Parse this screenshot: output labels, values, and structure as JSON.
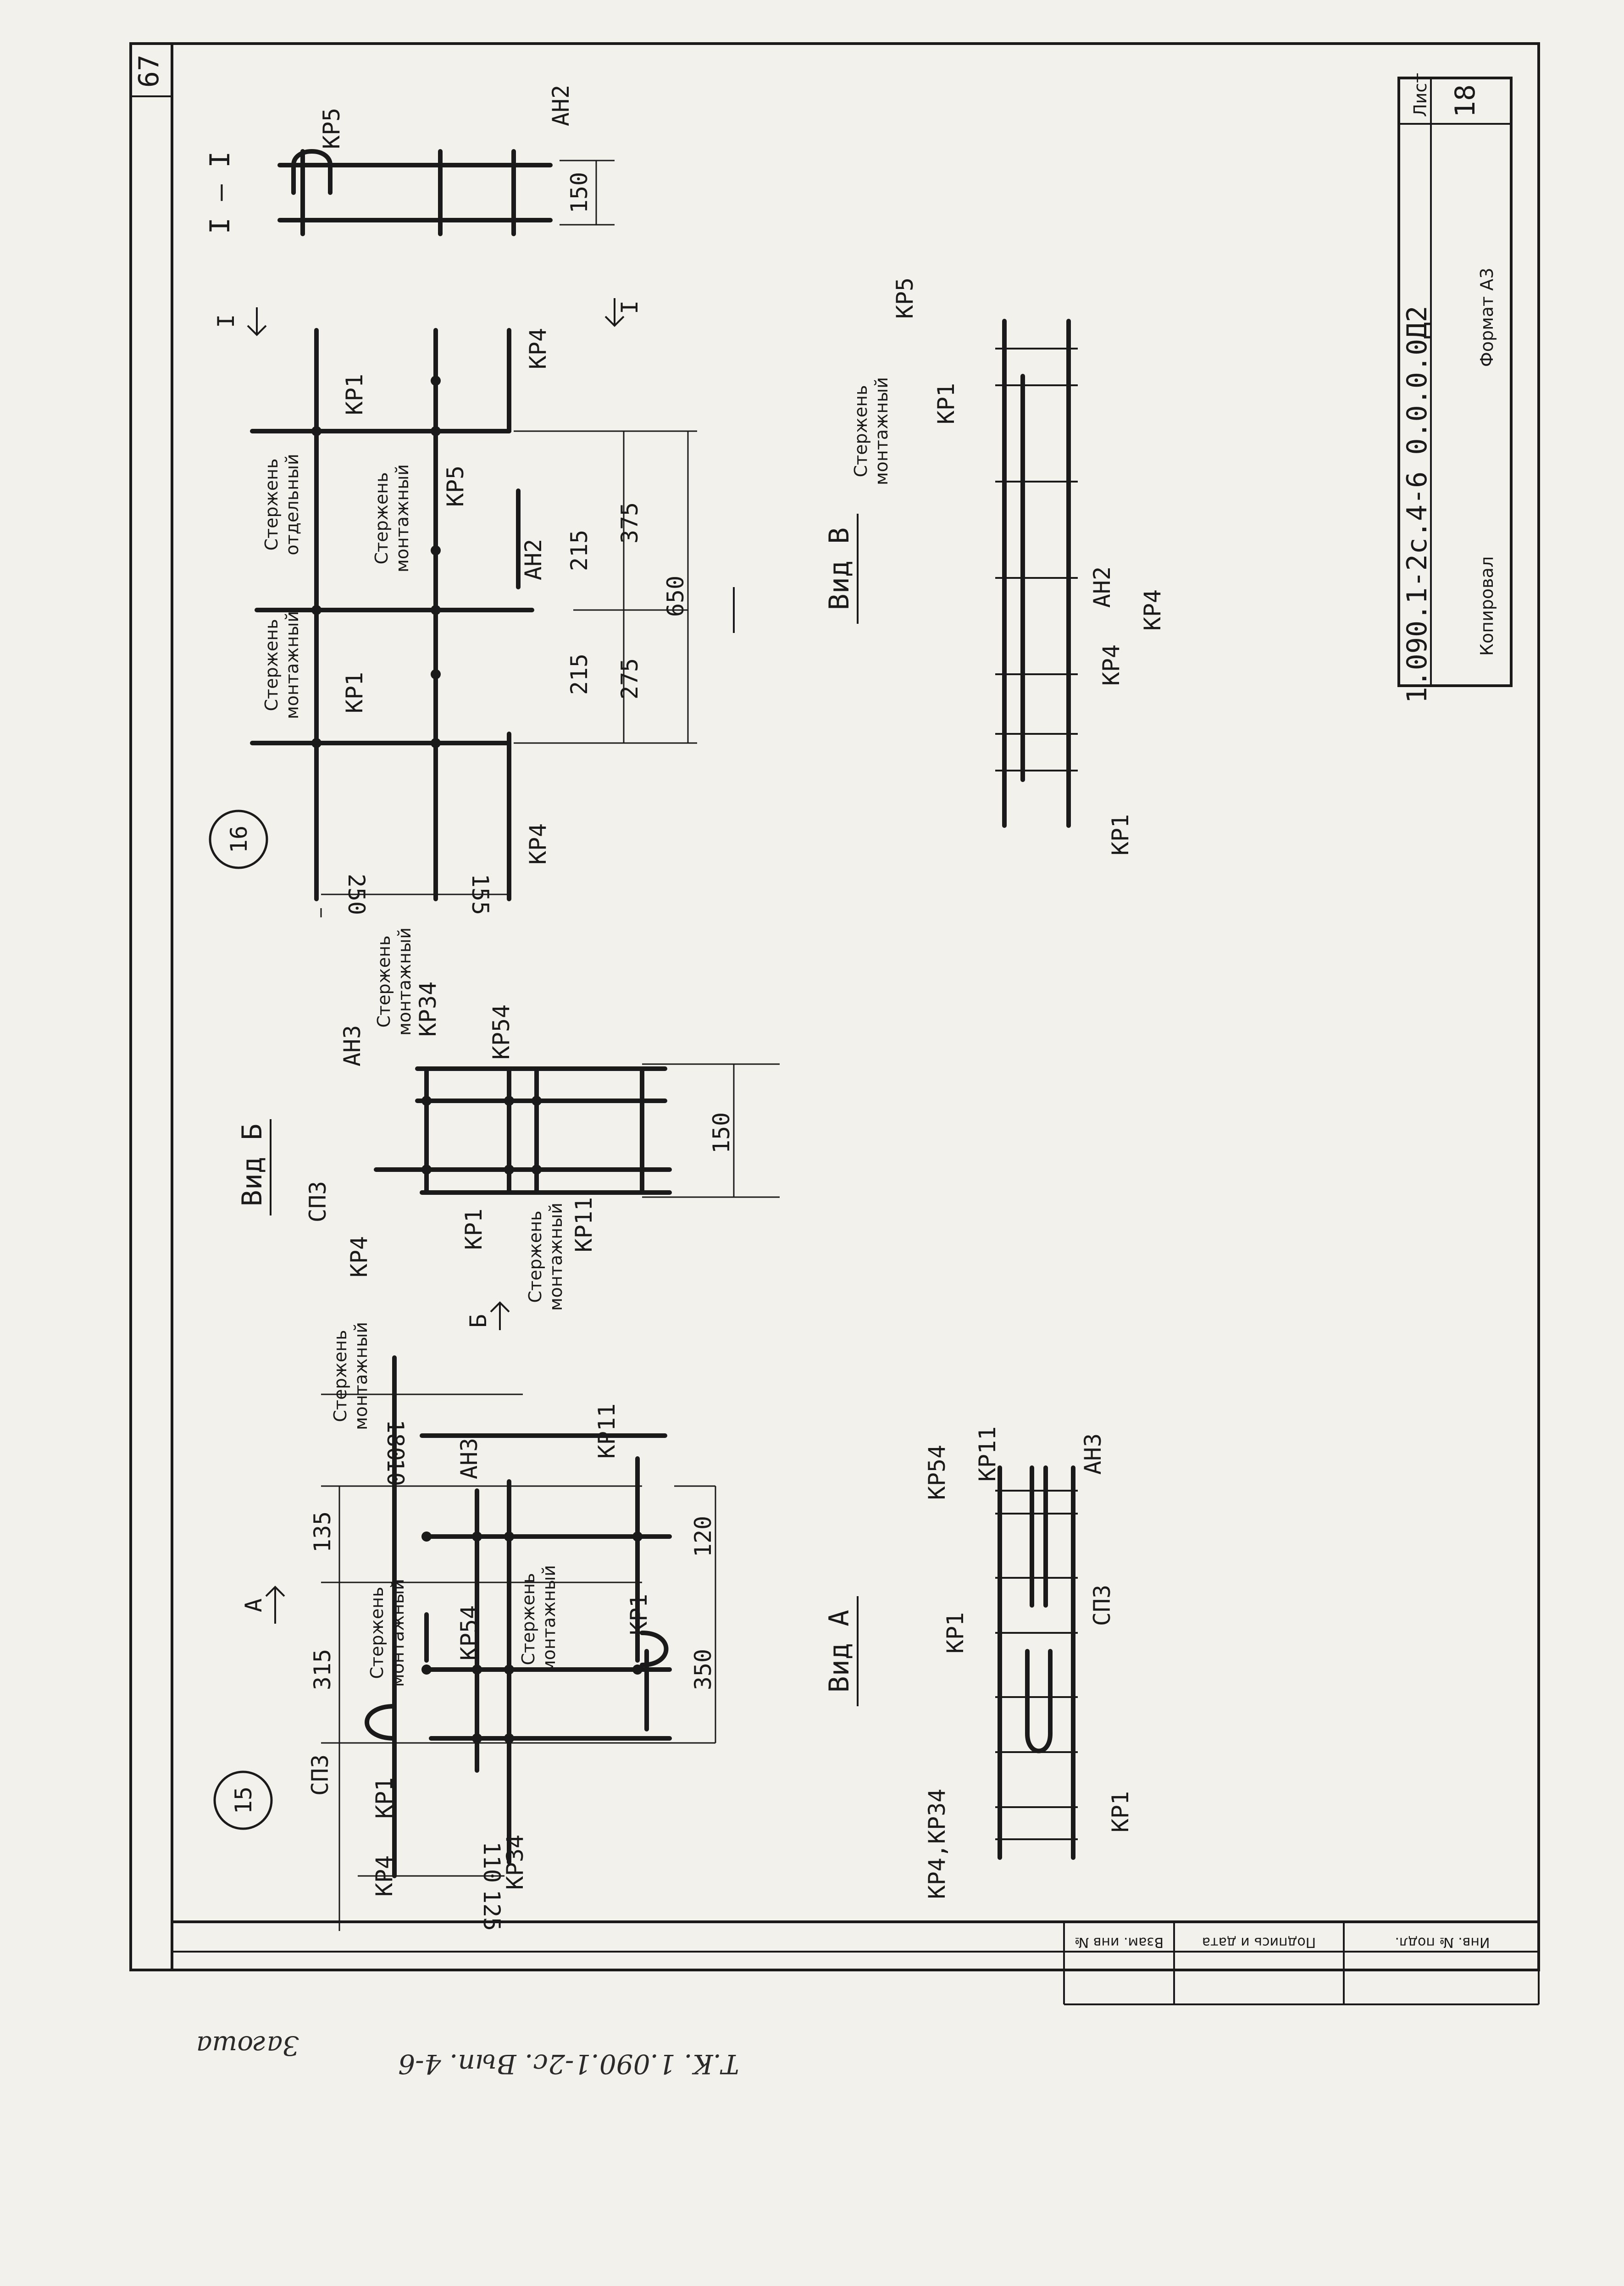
{
  "sheet": {
    "page_number": "67",
    "designation": "1.090.1-2с.4-6 0.0.0.0Д2",
    "sheet_label": "Лист",
    "sheet_number": "18",
    "copied": "Копировал",
    "format": "Формат А3",
    "side_stamp": [
      "Инв. № подл.",
      "Подпись и дата",
      "Взам. инв №"
    ],
    "bottom_note": "Т.К. 1.090.1-2с. Вып. 4-6",
    "signature": "Загоша"
  },
  "node_15": {
    "badge": "15",
    "labels": {
      "sp3": "СП3",
      "kr1_a": "КР1",
      "kr4": "КР4",
      "kr34": "КР34",
      "rod1_line1": "Стержень",
      "rod1_line2": "монтажный",
      "kr54": "КР54",
      "rod2_line1": "Стержень",
      "rod2_line2": "монтажный",
      "kr1_b": "КР1",
      "an3": "АН3",
      "rod3_line1": "Стержень",
      "rod3_line2": "монтажный",
      "kr11": "КР11",
      "view_arrow": "А"
    },
    "dims": {
      "d125": "125",
      "d110": "110",
      "d315": "315",
      "d135": "135",
      "d10": "10",
      "d180": "180",
      "d120": "120",
      "d350": "350"
    }
  },
  "view_a": {
    "title": "Вид А",
    "labels": {
      "kr4_kr34": "КР4,КР34",
      "kr1_a": "КР1",
      "kr54": "КР54",
      "kr11": "КР11",
      "an3": "АН3",
      "sp3": "СП3",
      "kr1_b": "КР1"
    }
  },
  "view_b": {
    "title": "Вид Б",
    "labels": {
      "sp3": "СП3",
      "kr4": "КР4",
      "an3": "АН3",
      "rod1_line1": "Стержень",
      "rod1_line2": "монтажный",
      "kr34": "КР34",
      "kr54": "КР54",
      "kr1": "КР1",
      "kr11": "КР11",
      "rod2_line1": "Стержень",
      "rod2_line2": "монтажный",
      "arrow": "Б"
    },
    "dims": {
      "d150": "150"
    }
  },
  "node_16": {
    "badge": "16",
    "labels": {
      "rod1_line1": "Стержень",
      "rod1_line2": "монтажный",
      "kr1_a": "КР1",
      "rod2_line1": "Стержень",
      "rod2_line2": "отдельный",
      "rod3_line1": "Стержень",
      "rod3_line2": "монтажный",
      "kr1_b": "КР1",
      "kr5": "КР5",
      "an2": "АН2",
      "kr4_a": "КР4",
      "kr4_b": "КР4",
      "section_a": "I",
      "section_b": "I"
    },
    "dims": {
      "d250": "250",
      "d155": "155",
      "d275": "275",
      "d215_a": "215",
      "d215_b": "215",
      "d375": "375",
      "d650": "650"
    }
  },
  "section_11": {
    "title": "I – I",
    "labels": {
      "kr5": "КР5",
      "an2": "АН2"
    },
    "dims": {
      "d150": "150"
    }
  },
  "view_v": {
    "title": "Вид В",
    "labels": {
      "rod_line1": "Стержень",
      "rod_line2": "монтажный",
      "kr1_a": "КР1",
      "kr5": "КР5",
      "an2": "АН2",
      "kr4_a": "КР4",
      "kr4_b": "КР4",
      "kr1_b": "КР1"
    }
  }
}
